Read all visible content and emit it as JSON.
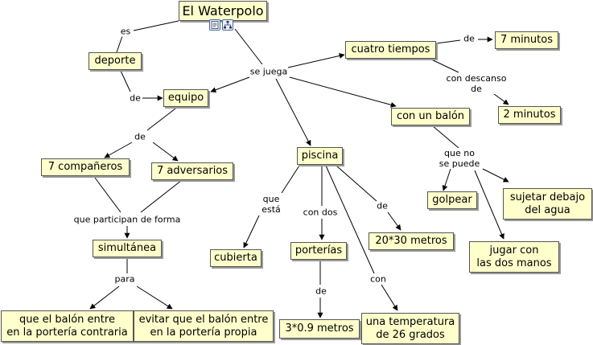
{
  "map": {
    "title": "El Waterpolo",
    "concepts": {
      "deporte": "deporte",
      "equipo": "equipo",
      "companeros": "7 compañeros",
      "adversarios": "7 adversarios",
      "simultanea": "simultánea",
      "balon_contraria": "que el balón entre\nen la portería contraria",
      "evitar": "evitar que el balón entre\nen la portería propia",
      "cuatro_tiempos": "cuatro tiempos",
      "siete_minutos": "7 minutos",
      "dos_minutos": "2 minutos",
      "con_balon": "con un balón",
      "golpear": "golpear",
      "sujetar": "sujetar debajo\ndel agua",
      "jugar_manos": "jugar con\nlas dos manos",
      "piscina": "piscina",
      "cubierta": "cubierta",
      "porterias": "porterías",
      "medidas": "20*30 metros",
      "medida_porteria": "3*0.9 metros",
      "temperatura": "una temperatura\nde 26 grados"
    },
    "links": {
      "es": "es",
      "de_deporte": "de",
      "se_juega": "se juega",
      "de_equipo": "de",
      "que_participan": "que participan de forma",
      "para": "para",
      "de_tiempos": "de",
      "con_descanso": "con descanso\nde",
      "que_no": "que no\nse puede",
      "que_esta": "que\nestá",
      "con_dos": "con dos",
      "de_piscina": "de",
      "de_porterias": "de",
      "con": "con"
    },
    "icons": [
      "notes-icon",
      "hierarchy-icon"
    ]
  }
}
